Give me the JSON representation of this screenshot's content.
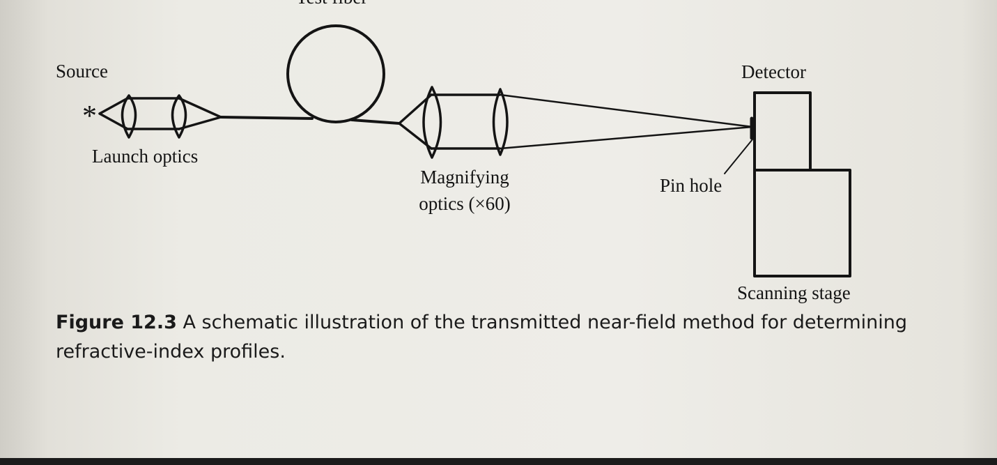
{
  "diagram": {
    "labels": {
      "test_fiber": "Test fiber",
      "source": "Source",
      "source_symbol": "*",
      "launch_optics": "Launch optics",
      "magnifying_optics_line1": "Magnifying",
      "magnifying_optics_line2": "optics (×60)",
      "detector": "Detector",
      "pin_hole": "Pin hole",
      "scanning_stage": "Scanning stage"
    }
  },
  "caption": {
    "figure_number": "Figure 12.3",
    "text": "A schematic illustration of the transmitted near-field method for determining refractive-index profiles."
  },
  "colors": {
    "ink": "#141414",
    "paper": "#eeede8",
    "bottom_band": "#1b1b1b"
  }
}
